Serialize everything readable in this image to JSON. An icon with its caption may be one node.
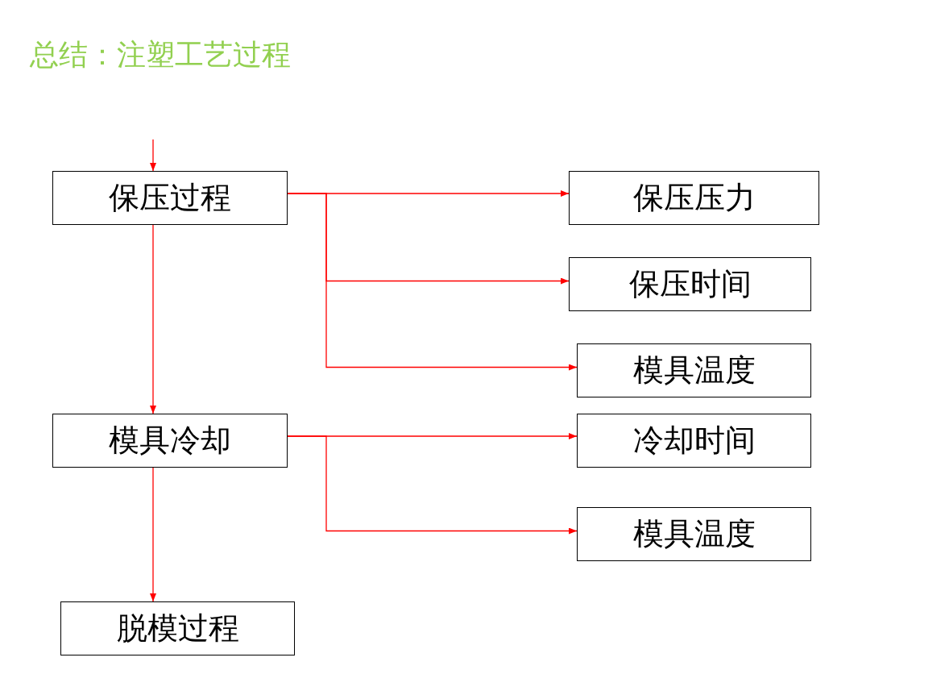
{
  "diagram": {
    "title": "总结：注塑工艺过程",
    "nodes": [
      {
        "text": [
          "保压过程"
        ]
      },
      {
        "text": [
          "保压压力"
        ]
      },
      {
        "text": [
          "保压时间"
        ]
      },
      {
        "text": [
          "模具温度"
        ]
      },
      {
        "text": [
          "模具冷却"
        ]
      },
      {
        "text": [
          "冷却时间"
        ]
      },
      {
        "text": [
          "模具温度"
        ]
      },
      {
        "text": [
          "脱模过程"
        ]
      }
    ],
    "edges": [
      {
        "from": null,
        "to": 0,
        "arrow": "to"
      },
      {
        "from": 0,
        "to": 4,
        "arrow": "to"
      },
      {
        "from": 4,
        "to": 7,
        "arrow": "to"
      },
      {
        "from": 0,
        "to": 1,
        "arrow": "to"
      },
      {
        "from": 0,
        "to": 2,
        "arrow": "to"
      },
      {
        "from": 0,
        "to": 3,
        "arrow": "to"
      },
      {
        "from": 4,
        "to": 5,
        "arrow": "to"
      },
      {
        "from": 4,
        "to": 6,
        "arrow": "to"
      }
    ]
  }
}
